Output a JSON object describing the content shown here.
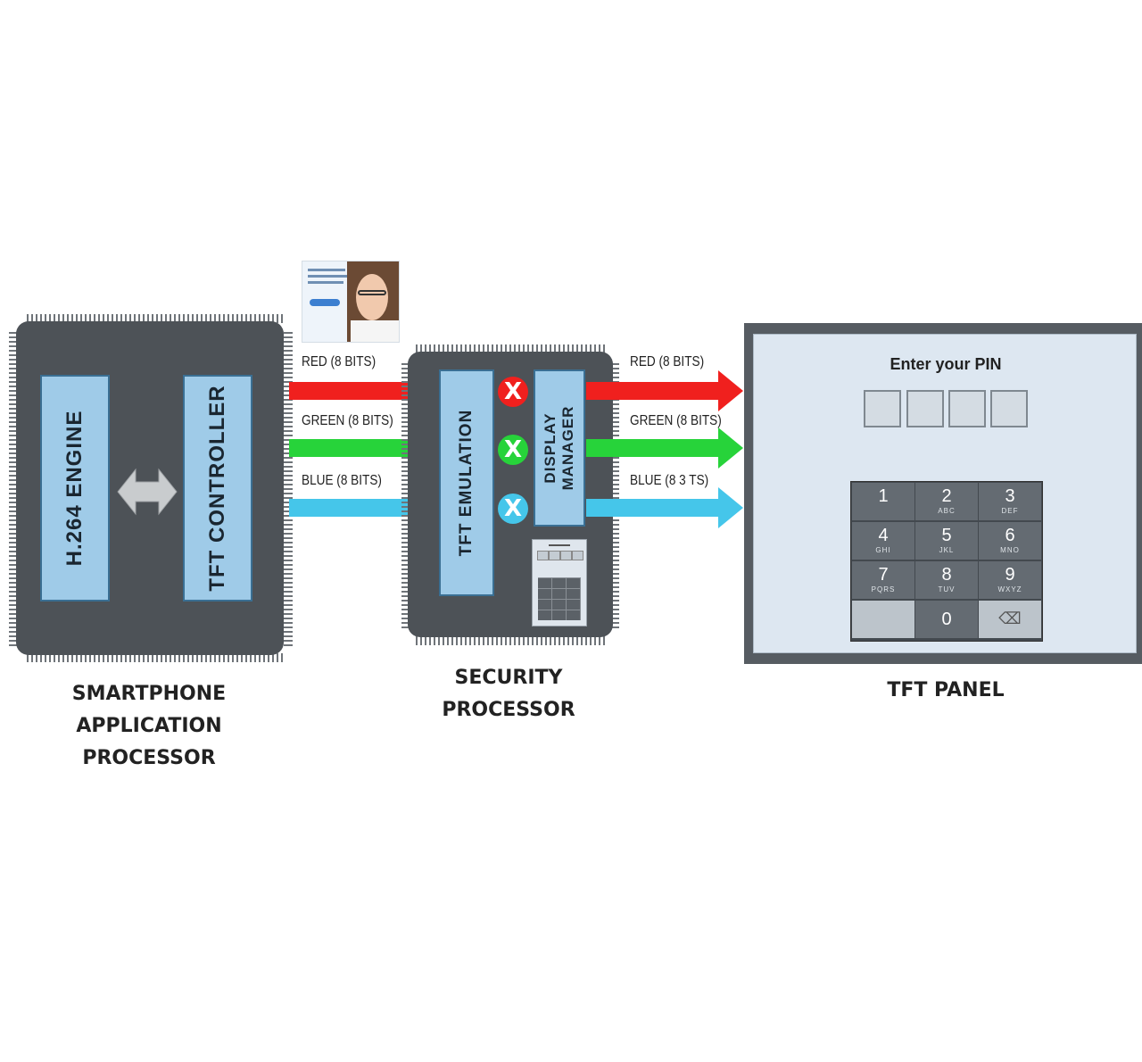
{
  "app_processor": {
    "caption_lines": [
      "SMARTPHONE",
      "APPLICATION",
      "PROCESSOR"
    ],
    "blocks": {
      "h264": "H.264 ENGINE",
      "tft_controller": "TFT CONTROLLER"
    }
  },
  "security_processor": {
    "caption": "SECURITY PROCESSOR",
    "blocks": {
      "tft_emulation": "TFT EMULATION",
      "display_manager_line1": "DISPLAY",
      "display_manager_line2": "MANAGER"
    },
    "switch_marks": [
      "X",
      "X",
      "X"
    ]
  },
  "signals_in": [
    "RED (8 BITS)",
    "GREEN (8 BITS)",
    "BLUE (8 BITS)"
  ],
  "signals_out": [
    "RED (8 BITS)",
    "GREEN (8 BITS)",
    "BLUE (8 3 TS)"
  ],
  "tft_panel": {
    "caption": "TFT PANEL",
    "prompt": "Enter your PIN",
    "keypad": [
      {
        "digit": "1",
        "letters": ""
      },
      {
        "digit": "2",
        "letters": "ABC"
      },
      {
        "digit": "3",
        "letters": "DEF"
      },
      {
        "digit": "4",
        "letters": "GHI"
      },
      {
        "digit": "5",
        "letters": "JKL"
      },
      {
        "digit": "6",
        "letters": "MNO"
      },
      {
        "digit": "7",
        "letters": "PQRS"
      },
      {
        "digit": "8",
        "letters": "TUV"
      },
      {
        "digit": "9",
        "letters": "WXYZ"
      },
      {
        "digit": "",
        "letters": ""
      },
      {
        "digit": "0",
        "letters": ""
      },
      {
        "digit": "⌫",
        "letters": ""
      }
    ]
  },
  "colors": {
    "red": "#f0201e",
    "green": "#27d33a",
    "blue": "#45c6ea",
    "chip": "#4d5257",
    "block": "#9fcbe8"
  }
}
